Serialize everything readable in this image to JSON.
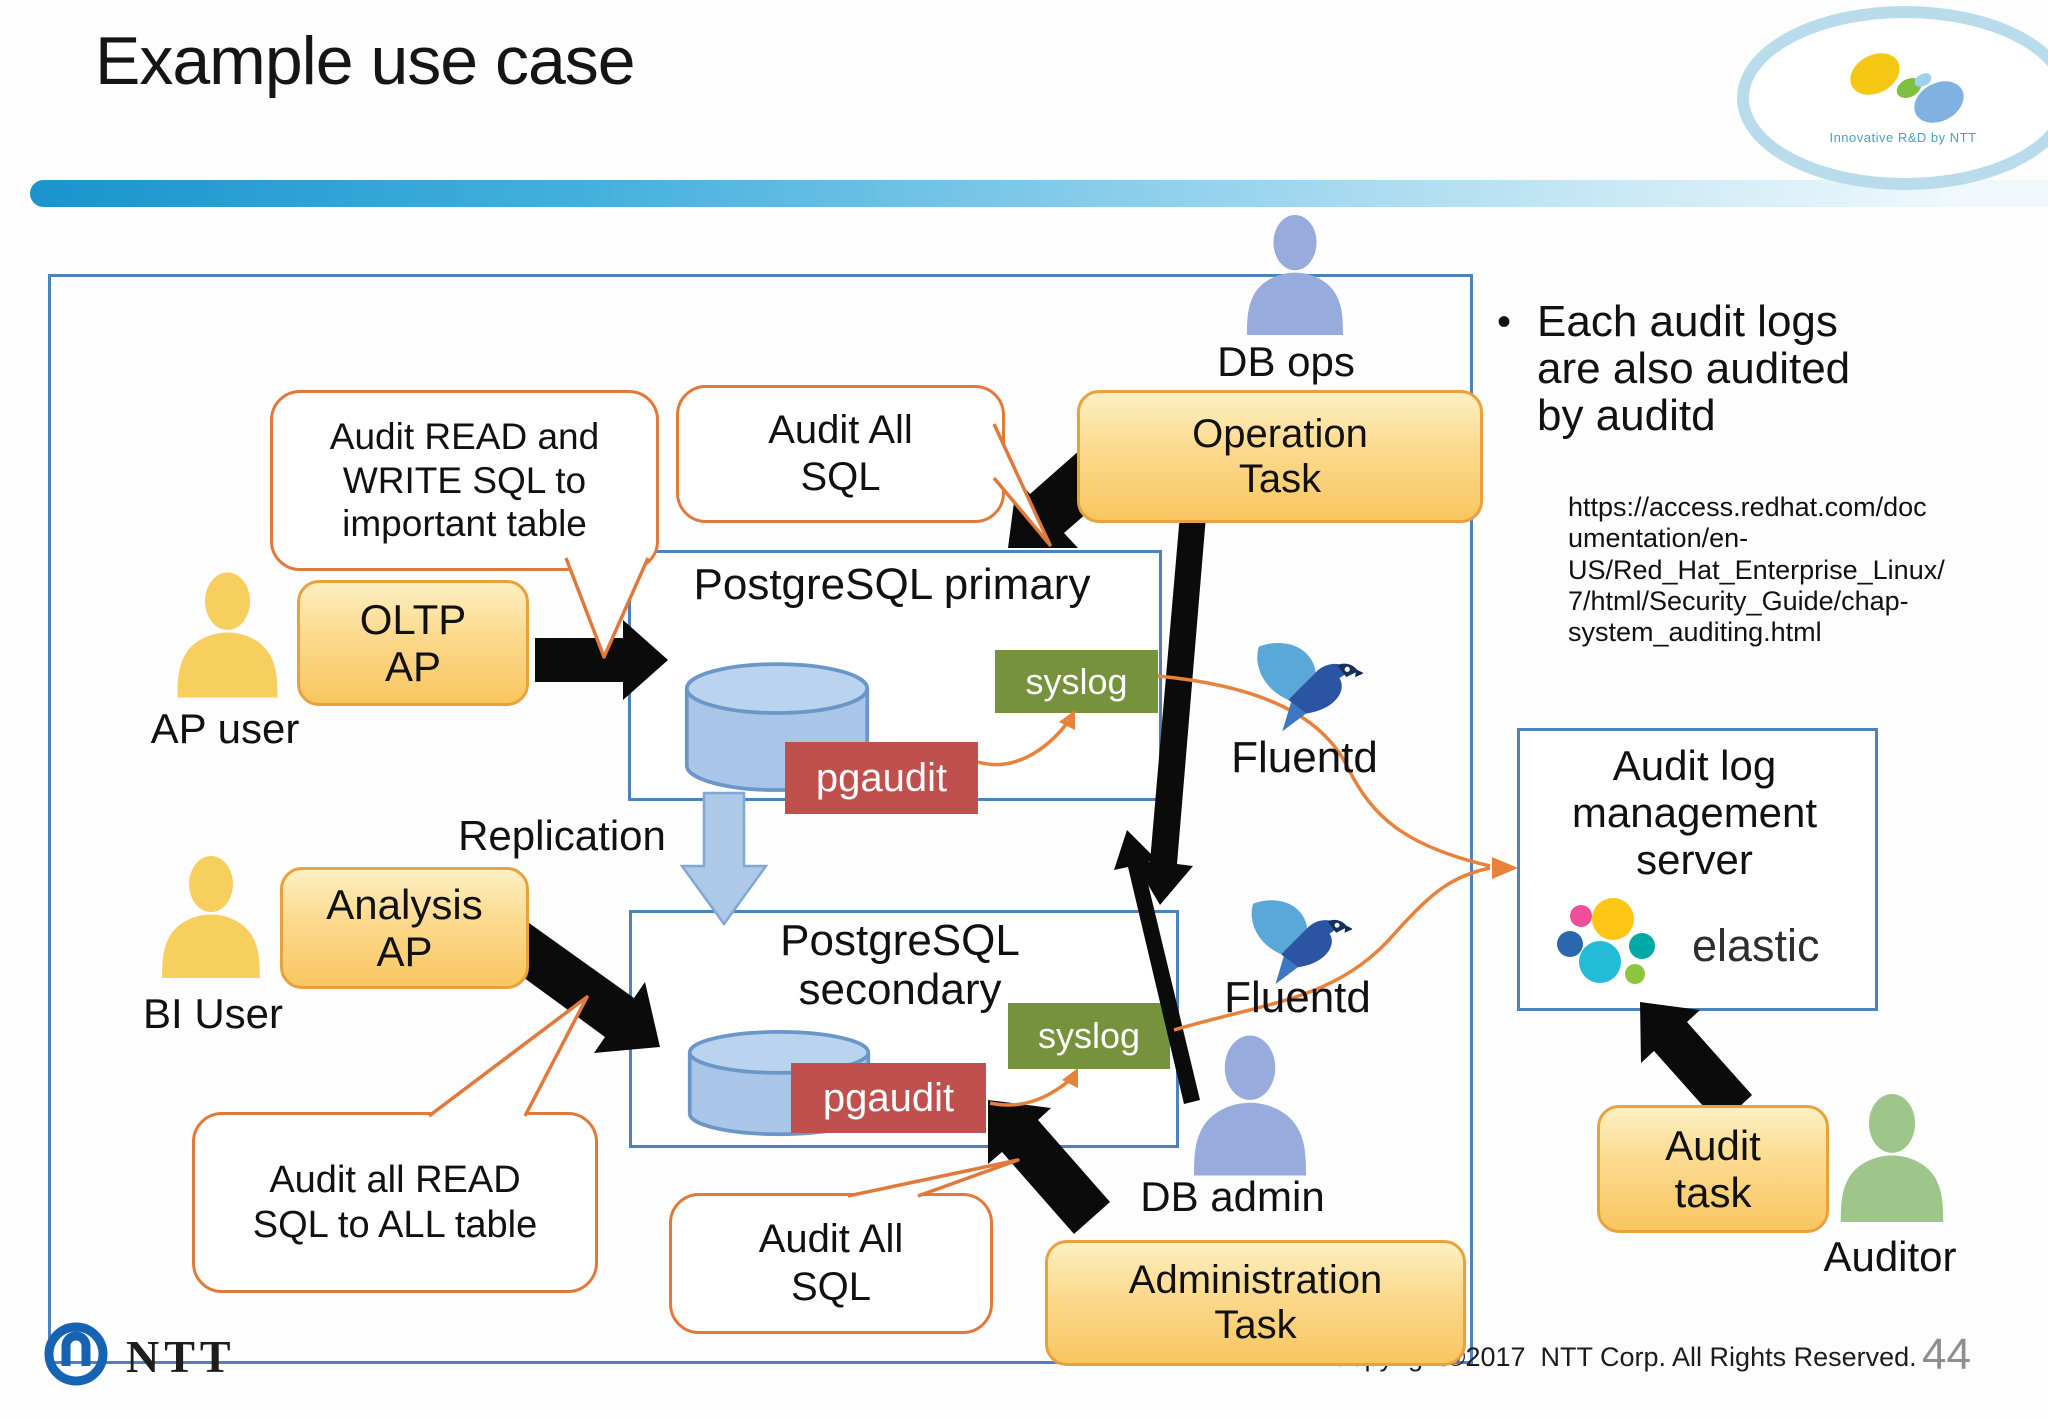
{
  "slide": {
    "title": "Example use case",
    "page_number": "44",
    "copyright": "Copyright©2017  NTT Corp. All Rights Reserved."
  },
  "branding": {
    "corner_caption": "Innovative R&D by NTT",
    "footer_logo_text": "NTT"
  },
  "note": {
    "bullet": "•",
    "lines": [
      "Each audit logs",
      "are also audited",
      "by auditd"
    ],
    "url_lines": [
      "https://access.redhat.com/doc",
      "umentation/en-",
      "US/Red_Hat_Enterprise_Linux/",
      "7/html/Security_Guide/chap-",
      "system_auditing.html"
    ]
  },
  "actors": {
    "db_ops": "DB ops",
    "ap_user": "AP user",
    "bi_user": "BI User",
    "db_admin": "DB admin",
    "auditor": "Auditor"
  },
  "tasks": {
    "operation": [
      "Operation",
      "Task"
    ],
    "oltp": [
      "OLTP",
      "AP"
    ],
    "analysis": [
      "Analysis",
      "AP"
    ],
    "administration": [
      "Administration",
      "Task"
    ],
    "audit": [
      "Audit",
      "task"
    ]
  },
  "databases": {
    "primary_title": "PostgreSQL primary",
    "secondary_title": [
      "PostgreSQL",
      "secondary"
    ],
    "pgaudit_primary": "pgaudit",
    "syslog_primary": "syslog",
    "pgaudit_secondary": "pgaudit",
    "syslog_secondary": "syslog",
    "replication": "Replication"
  },
  "collectors": {
    "fluentd_top": "Fluentd",
    "fluentd_bottom": "Fluentd",
    "elastic": "elastic"
  },
  "server": {
    "lines": [
      "Audit log",
      "management",
      "server"
    ]
  },
  "bubbles": {
    "read_write": [
      "Audit READ and",
      "WRITE SQL to",
      "important table"
    ],
    "all_sql_top": [
      "Audit All",
      "SQL"
    ],
    "read_all": [
      "Audit all READ",
      "SQL to ALL table"
    ],
    "all_sql_bottom": [
      "Audit All",
      "SQL"
    ]
  },
  "colors": {
    "accent_orange": "#e0793a",
    "task_fill": "#fbd57e",
    "pgaudit_red": "#c0504d",
    "syslog_green": "#76923d",
    "box_border_blue": "#4f81bd",
    "bar_blue": "#2196cf",
    "person_yellow": "#f6cf5e",
    "person_blue": "#97abdc",
    "person_green": "#9fc68a"
  }
}
